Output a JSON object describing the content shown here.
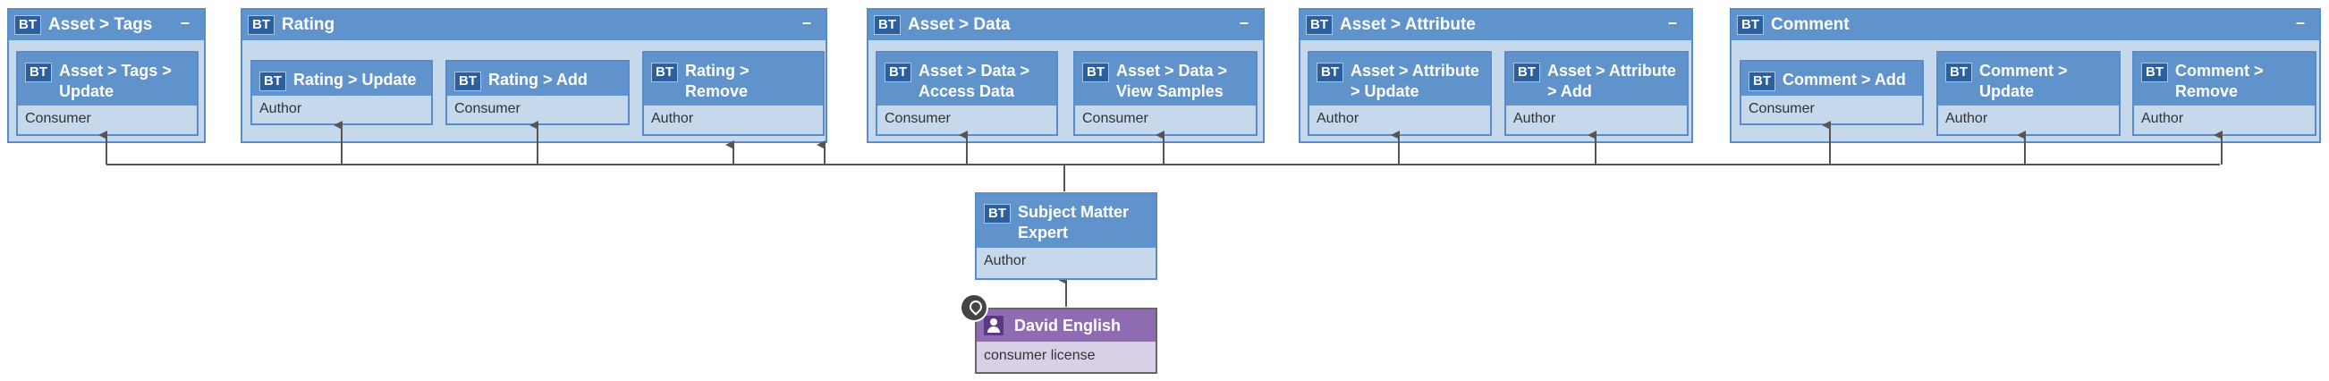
{
  "badge": "BT",
  "collapse_symbol": "–",
  "groups": [
    {
      "title": "Asset > Tags",
      "cards": [
        {
          "title_lines": [
            "Asset > Tags >",
            "Update"
          ],
          "role": "Consumer"
        }
      ]
    },
    {
      "title": "Rating",
      "cards": [
        {
          "title_lines": [
            "Rating > Update"
          ],
          "role": "Author"
        },
        {
          "title_lines": [
            "Rating > Add"
          ],
          "role": "Consumer"
        },
        {
          "title_lines": [
            "Rating >",
            "Remove"
          ],
          "role": "Author"
        }
      ]
    },
    {
      "title": "Asset > Data",
      "cards": [
        {
          "title_lines": [
            "Asset > Data >",
            "Access Data"
          ],
          "role": "Consumer"
        },
        {
          "title_lines": [
            "Asset > Data >",
            "View Samples"
          ],
          "role": "Consumer"
        }
      ]
    },
    {
      "title": "Asset > Attribute",
      "cards": [
        {
          "title_lines": [
            "Asset > Attribute",
            "> Update"
          ],
          "role": "Author"
        },
        {
          "title_lines": [
            "Asset > Attribute",
            "> Add"
          ],
          "role": "Author"
        }
      ]
    },
    {
      "title": "Comment",
      "cards": [
        {
          "title_lines": [
            "Comment > Add"
          ],
          "role": "Consumer"
        },
        {
          "title_lines": [
            "Comment >",
            "Update"
          ],
          "role": "Author"
        },
        {
          "title_lines": [
            "Comment >",
            "Remove"
          ],
          "role": "Author"
        }
      ]
    }
  ],
  "center": {
    "title_lines": [
      "Subject Matter",
      "Expert"
    ],
    "role": "Author"
  },
  "person": {
    "name": "David English",
    "license": "consumer license",
    "pin_icon": "location-pin-icon",
    "user_icon": "user-icon"
  },
  "colors": {
    "group_fill": "#c5d8ec",
    "header_blue": "#6093cc",
    "badge_blue": "#2b5f9e",
    "person_purple": "#8f6cb2",
    "connector": "#555555"
  }
}
